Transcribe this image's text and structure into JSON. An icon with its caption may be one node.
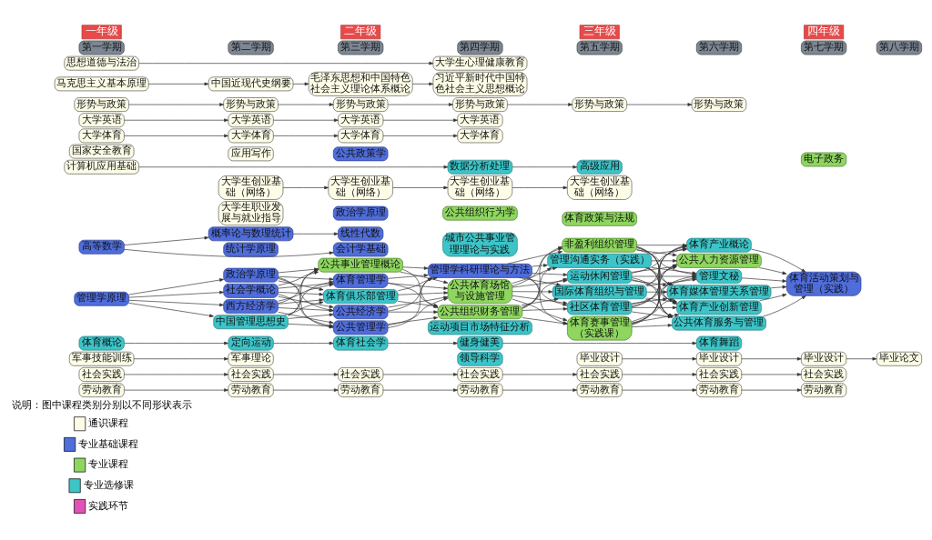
{
  "diagram": {
    "nodes": [
      {
        "text": [
          "一年级"
        ]
      },
      {
        "text": [
          "二年级"
        ]
      },
      {
        "text": [
          "三年级"
        ]
      },
      {
        "text": [
          "四年级"
        ]
      },
      {
        "text": [
          "第一学期"
        ]
      },
      {
        "text": [
          "第二学期"
        ]
      },
      {
        "text": [
          "第三学期"
        ]
      },
      {
        "text": [
          "第四学期"
        ]
      },
      {
        "text": [
          "第五学期"
        ]
      },
      {
        "text": [
          "第六学期"
        ]
      },
      {
        "text": [
          "第七学期"
        ]
      },
      {
        "text": [
          "第八学期"
        ]
      },
      {
        "text": [
          "思想道德与法治"
        ]
      },
      {
        "text": [
          "马克思主义基本原理"
        ]
      },
      {
        "text": [
          "形势与政策"
        ]
      },
      {
        "text": [
          "大学英语"
        ]
      },
      {
        "text": [
          "大学体育"
        ]
      },
      {
        "text": [
          "国家安全教育"
        ]
      },
      {
        "text": [
          "计算机应用基础"
        ]
      },
      {
        "text": [
          "高等数学"
        ]
      },
      {
        "text": [
          "管理学原理"
        ]
      },
      {
        "text": [
          "体育概论"
        ]
      },
      {
        "text": [
          "军事技能训练"
        ]
      },
      {
        "text": [
          "社会实践"
        ]
      },
      {
        "text": [
          "劳动教育"
        ]
      },
      {
        "text": [
          "中国近现代史纲要"
        ]
      },
      {
        "text": [
          "形势与政策"
        ]
      },
      {
        "text": [
          "大学英语"
        ]
      },
      {
        "text": [
          "大学体育"
        ]
      },
      {
        "text": [
          "应用写作"
        ]
      },
      {
        "text": [
          "大学生创业基础（网络）"
        ]
      },
      {
        "text": [
          "大学生职业发展与就业指导"
        ]
      },
      {
        "text": [
          "概率论与数理统计"
        ]
      },
      {
        "text": [
          "统计学原理"
        ]
      },
      {
        "text": [
          "政治学原理"
        ]
      },
      {
        "text": [
          "社会学概论"
        ]
      },
      {
        "text": [
          "西方经济学"
        ]
      },
      {
        "text": [
          "中国管理思想史"
        ]
      },
      {
        "text": [
          "定向运动"
        ]
      },
      {
        "text": [
          "军事理论"
        ]
      },
      {
        "text": [
          "社会实践"
        ]
      },
      {
        "text": [
          "劳动教育"
        ]
      },
      {
        "text": [
          "毛泽东思想和中国特色社会主义理论体系概论"
        ]
      },
      {
        "text": [
          "形势与政策"
        ]
      },
      {
        "text": [
          "大学英语"
        ]
      },
      {
        "text": [
          "大学体育"
        ]
      },
      {
        "text": [
          "公共政策学"
        ]
      },
      {
        "text": [
          "大学生创业基础（网络）"
        ]
      },
      {
        "text": [
          "政治学原理"
        ]
      },
      {
        "text": [
          "线性代数"
        ]
      },
      {
        "text": [
          "会计学基础"
        ]
      },
      {
        "text": [
          "公共事业管理概论"
        ]
      },
      {
        "text": [
          "体育管理学"
        ]
      },
      {
        "text": [
          "体育俱乐部管理"
        ]
      },
      {
        "text": [
          "公共经济学"
        ]
      },
      {
        "text": [
          "公共管理学"
        ]
      },
      {
        "text": [
          "体育社会学"
        ]
      },
      {
        "text": [
          "社会实践"
        ]
      },
      {
        "text": [
          "劳动教育"
        ]
      },
      {
        "text": [
          "大学生心理健康教育"
        ]
      },
      {
        "text": [
          "习近平新时代中国特色社会主义思想概论"
        ]
      },
      {
        "text": [
          "形势与政策"
        ]
      },
      {
        "text": [
          "大学英语"
        ]
      },
      {
        "text": [
          "大学体育"
        ]
      },
      {
        "text": [
          "数据分析处理"
        ]
      },
      {
        "text": [
          "大学生创业基础（网络）"
        ]
      },
      {
        "text": [
          "公共组织行为学"
        ]
      },
      {
        "text": [
          "城市公共事业管理理论与实践"
        ]
      },
      {
        "text": [
          "管理学科研理论与方法"
        ]
      },
      {
        "text": [
          "公共体育场馆与设施管理"
        ]
      },
      {
        "text": [
          "公共组织财务管理"
        ]
      },
      {
        "text": [
          "运动项目市场特征分析"
        ]
      },
      {
        "text": [
          "健身健美"
        ]
      },
      {
        "text": [
          "领导科学"
        ]
      },
      {
        "text": [
          "社会实践"
        ]
      },
      {
        "text": [
          "劳动教育"
        ]
      },
      {
        "text": [
          "形势与政策"
        ]
      },
      {
        "text": [
          "高级应用"
        ]
      },
      {
        "text": [
          "大学生创业基础（网络）"
        ]
      },
      {
        "text": [
          "体育政策与法规"
        ]
      },
      {
        "text": [
          "非盈利组织管理"
        ]
      },
      {
        "text": [
          "管理沟通实务（实践）"
        ]
      },
      {
        "text": [
          "运动休闲管理"
        ]
      },
      {
        "text": [
          "国际体育组织与管理"
        ]
      },
      {
        "text": [
          "社区体育管理"
        ]
      },
      {
        "text": [
          "体育赛事管理（实践课）"
        ]
      },
      {
        "text": [
          "毕业设计"
        ]
      },
      {
        "text": [
          "社会实践"
        ]
      },
      {
        "text": [
          "劳动教育"
        ]
      },
      {
        "text": [
          "形势与政策"
        ]
      },
      {
        "text": [
          "体育产业概论"
        ]
      },
      {
        "text": [
          "公共人力资源管理"
        ]
      },
      {
        "text": [
          "管理文秘"
        ]
      },
      {
        "text": [
          "体育媒体管理关系管理"
        ]
      },
      {
        "text": [
          "体育产业创新管理"
        ]
      },
      {
        "text": [
          "公共体育服务与管理"
        ]
      },
      {
        "text": [
          "体育舞蹈"
        ]
      },
      {
        "text": [
          "毕业设计"
        ]
      },
      {
        "text": [
          "社会实践"
        ]
      },
      {
        "text": [
          "劳动教育"
        ]
      },
      {
        "text": [
          "电子政务"
        ]
      },
      {
        "text": [
          "体育活动策划与管理（实践）"
        ]
      },
      {
        "text": [
          "毕业设计"
        ]
      },
      {
        "text": [
          "社会实践"
        ]
      },
      {
        "text": [
          "劳动教育"
        ]
      },
      {
        "text": [
          "毕业论文"
        ]
      }
    ],
    "edges": [
      {
        "from": 12,
        "to": 59,
        "arrow": "to"
      },
      {
        "from": 13,
        "to": 25,
        "arrow": "to"
      },
      {
        "from": 25,
        "to": 42,
        "arrow": "to"
      },
      {
        "from": 42,
        "to": 60,
        "arrow": "to"
      },
      {
        "from": 14,
        "to": 26,
        "arrow": "to"
      },
      {
        "from": 26,
        "to": 43,
        "arrow": "to"
      },
      {
        "from": 43,
        "to": 61,
        "arrow": "to"
      },
      {
        "from": 61,
        "to": 76,
        "arrow": "to"
      },
      {
        "from": 76,
        "to": 89,
        "arrow": "to"
      },
      {
        "from": 15,
        "to": 27,
        "arrow": "to"
      },
      {
        "from": 27,
        "to": 44,
        "arrow": "to"
      },
      {
        "from": 44,
        "to": 62,
        "arrow": "to"
      },
      {
        "from": 16,
        "to": 28,
        "arrow": "to"
      },
      {
        "from": 28,
        "to": 45,
        "arrow": "to"
      },
      {
        "from": 45,
        "to": 63,
        "arrow": "to"
      },
      {
        "from": 18,
        "to": 64,
        "arrow": "to"
      },
      {
        "from": 64,
        "to": 77,
        "arrow": "to"
      },
      {
        "from": 30,
        "to": 47,
        "arrow": "to"
      },
      {
        "from": 47,
        "to": 65,
        "arrow": "to"
      },
      {
        "from": 65,
        "to": 78,
        "arrow": "to"
      },
      {
        "from": 19,
        "to": 32,
        "arrow": "to"
      },
      {
        "from": 32,
        "to": 49,
        "arrow": "to"
      },
      {
        "from": 19,
        "to": 50,
        "arrow": "to"
      },
      {
        "from": 20,
        "to": 34,
        "arrow": "to"
      },
      {
        "from": 20,
        "to": 35,
        "arrow": "to"
      },
      {
        "from": 20,
        "to": 36,
        "arrow": "to"
      },
      {
        "from": 20,
        "to": 37,
        "arrow": "to"
      },
      {
        "from": 34,
        "to": 51,
        "arrow": "to"
      },
      {
        "from": 34,
        "to": 52,
        "arrow": "to"
      },
      {
        "from": 34,
        "to": 53,
        "arrow": "to"
      },
      {
        "from": 34,
        "to": 54,
        "arrow": "to"
      },
      {
        "from": 34,
        "to": 55,
        "arrow": "to"
      },
      {
        "from": 35,
        "to": 51,
        "arrow": "to"
      },
      {
        "from": 35,
        "to": 52,
        "arrow": "to"
      },
      {
        "from": 35,
        "to": 53,
        "arrow": "to"
      },
      {
        "from": 35,
        "to": 54,
        "arrow": "to"
      },
      {
        "from": 35,
        "to": 55,
        "arrow": "to"
      },
      {
        "from": 36,
        "to": 51,
        "arrow": "to"
      },
      {
        "from": 36,
        "to": 52,
        "arrow": "to"
      },
      {
        "from": 36,
        "to": 53,
        "arrow": "to"
      },
      {
        "from": 36,
        "to": 54,
        "arrow": "to"
      },
      {
        "from": 36,
        "to": 55,
        "arrow": "to"
      },
      {
        "from": 37,
        "to": 51,
        "arrow": "to"
      },
      {
        "from": 37,
        "to": 52,
        "arrow": "to"
      },
      {
        "from": 37,
        "to": 53,
        "arrow": "to"
      },
      {
        "from": 37,
        "to": 54,
        "arrow": "to"
      },
      {
        "from": 37,
        "to": 55,
        "arrow": "to"
      },
      {
        "from": 51,
        "to": 68,
        "arrow": "to"
      },
      {
        "from": 51,
        "to": 69,
        "arrow": "to"
      },
      {
        "from": 51,
        "to": 70,
        "arrow": "to"
      },
      {
        "from": 52,
        "to": 68,
        "arrow": "to"
      },
      {
        "from": 52,
        "to": 69,
        "arrow": "to"
      },
      {
        "from": 52,
        "to": 70,
        "arrow": "to"
      },
      {
        "from": 53,
        "to": 68,
        "arrow": "to"
      },
      {
        "from": 53,
        "to": 69,
        "arrow": "to"
      },
      {
        "from": 53,
        "to": 70,
        "arrow": "to"
      },
      {
        "from": 54,
        "to": 68,
        "arrow": "to"
      },
      {
        "from": 54,
        "to": 69,
        "arrow": "to"
      },
      {
        "from": 54,
        "to": 70,
        "arrow": "to"
      },
      {
        "from": 55,
        "to": 68,
        "arrow": "to"
      },
      {
        "from": 55,
        "to": 69,
        "arrow": "to"
      },
      {
        "from": 55,
        "to": 70,
        "arrow": "to"
      },
      {
        "from": 68,
        "to": 80,
        "arrow": "to"
      },
      {
        "from": 68,
        "to": 81,
        "arrow": "to"
      },
      {
        "from": 68,
        "to": 82,
        "arrow": "to"
      },
      {
        "from": 68,
        "to": 83,
        "arrow": "to"
      },
      {
        "from": 68,
        "to": 84,
        "arrow": "to"
      },
      {
        "from": 68,
        "to": 85,
        "arrow": "to"
      },
      {
        "from": 69,
        "to": 80,
        "arrow": "to"
      },
      {
        "from": 69,
        "to": 81,
        "arrow": "to"
      },
      {
        "from": 69,
        "to": 82,
        "arrow": "to"
      },
      {
        "from": 69,
        "to": 83,
        "arrow": "to"
      },
      {
        "from": 69,
        "to": 84,
        "arrow": "to"
      },
      {
        "from": 69,
        "to": 85,
        "arrow": "to"
      },
      {
        "from": 70,
        "to": 80,
        "arrow": "to"
      },
      {
        "from": 70,
        "to": 81,
        "arrow": "to"
      },
      {
        "from": 70,
        "to": 82,
        "arrow": "to"
      },
      {
        "from": 70,
        "to": 83,
        "arrow": "to"
      },
      {
        "from": 70,
        "to": 84,
        "arrow": "to"
      },
      {
        "from": 70,
        "to": 85,
        "arrow": "to"
      },
      {
        "from": 80,
        "to": 90,
        "arrow": "to"
      },
      {
        "from": 80,
        "to": 91,
        "arrow": "to"
      },
      {
        "from": 80,
        "to": 92,
        "arrow": "to"
      },
      {
        "from": 80,
        "to": 93,
        "arrow": "to"
      },
      {
        "from": 80,
        "to": 94,
        "arrow": "to"
      },
      {
        "from": 80,
        "to": 95,
        "arrow": "to"
      },
      {
        "from": 81,
        "to": 90,
        "arrow": "to"
      },
      {
        "from": 81,
        "to": 91,
        "arrow": "to"
      },
      {
        "from": 81,
        "to": 92,
        "arrow": "to"
      },
      {
        "from": 81,
        "to": 93,
        "arrow": "to"
      },
      {
        "from": 81,
        "to": 94,
        "arrow": "to"
      },
      {
        "from": 81,
        "to": 95,
        "arrow": "to"
      },
      {
        "from": 82,
        "to": 90,
        "arrow": "to"
      },
      {
        "from": 82,
        "to": 91,
        "arrow": "to"
      },
      {
        "from": 82,
        "to": 92,
        "arrow": "to"
      },
      {
        "from": 82,
        "to": 93,
        "arrow": "to"
      },
      {
        "from": 82,
        "to": 94,
        "arrow": "to"
      },
      {
        "from": 82,
        "to": 95,
        "arrow": "to"
      },
      {
        "from": 83,
        "to": 90,
        "arrow": "to"
      },
      {
        "from": 83,
        "to": 91,
        "arrow": "to"
      },
      {
        "from": 83,
        "to": 92,
        "arrow": "to"
      },
      {
        "from": 83,
        "to": 93,
        "arrow": "to"
      },
      {
        "from": 83,
        "to": 94,
        "arrow": "to"
      },
      {
        "from": 83,
        "to": 95,
        "arrow": "to"
      },
      {
        "from": 84,
        "to": 90,
        "arrow": "to"
      },
      {
        "from": 84,
        "to": 91,
        "arrow": "to"
      },
      {
        "from": 84,
        "to": 92,
        "arrow": "to"
      },
      {
        "from": 84,
        "to": 93,
        "arrow": "to"
      },
      {
        "from": 84,
        "to": 94,
        "arrow": "to"
      },
      {
        "from": 84,
        "to": 95,
        "arrow": "to"
      },
      {
        "from": 85,
        "to": 90,
        "arrow": "to"
      },
      {
        "from": 85,
        "to": 91,
        "arrow": "to"
      },
      {
        "from": 85,
        "to": 92,
        "arrow": "to"
      },
      {
        "from": 85,
        "to": 93,
        "arrow": "to"
      },
      {
        "from": 85,
        "to": 94,
        "arrow": "to"
      },
      {
        "from": 85,
        "to": 95,
        "arrow": "to"
      },
      {
        "from": 90,
        "to": 101,
        "arrow": "to"
      },
      {
        "from": 91,
        "to": 101,
        "arrow": "to"
      },
      {
        "from": 92,
        "to": 101,
        "arrow": "to"
      },
      {
        "from": 93,
        "to": 101,
        "arrow": "to"
      },
      {
        "from": 94,
        "to": 101,
        "arrow": "to"
      },
      {
        "from": 95,
        "to": 101,
        "arrow": "to"
      },
      {
        "from": 21,
        "to": 38,
        "arrow": "to"
      },
      {
        "from": 38,
        "to": 56,
        "arrow": "to"
      },
      {
        "from": 56,
        "to": 72,
        "arrow": "to"
      },
      {
        "from": 72,
        "to": 96,
        "arrow": "to"
      },
      {
        "from": 22,
        "to": 39,
        "arrow": "to"
      },
      {
        "from": 23,
        "to": 40,
        "arrow": "to"
      },
      {
        "from": 40,
        "to": 57,
        "arrow": "to"
      },
      {
        "from": 57,
        "to": 74,
        "arrow": "to"
      },
      {
        "from": 74,
        "to": 87,
        "arrow": "to"
      },
      {
        "from": 87,
        "to": 98,
        "arrow": "to"
      },
      {
        "from": 98,
        "to": 103,
        "arrow": "to"
      },
      {
        "from": 24,
        "to": 41,
        "arrow": "to"
      },
      {
        "from": 41,
        "to": 58,
        "arrow": "to"
      },
      {
        "from": 58,
        "to": 75,
        "arrow": "to"
      },
      {
        "from": 75,
        "to": 88,
        "arrow": "to"
      },
      {
        "from": 88,
        "to": 99,
        "arrow": "to"
      },
      {
        "from": 99,
        "to": 104,
        "arrow": "to"
      },
      {
        "from": 86,
        "to": 97,
        "arrow": "to"
      },
      {
        "from": 97,
        "to": 102,
        "arrow": "to"
      },
      {
        "from": 102,
        "to": 105,
        "arrow": "to"
      }
    ],
    "labels": [
      "说明：图中课程类别分别以不同形状表示"
    ],
    "legend": [
      {
        "text": "通识课程",
        "color": "#fdfce6"
      },
      {
        "text": "专业基础课程",
        "color": "#4f6ddb"
      },
      {
        "text": "专业课程",
        "color": "#8ed65f"
      },
      {
        "text": "专业选修课",
        "color": "#3cc4c8"
      },
      {
        "text": "实践环节",
        "color": "#e052b5"
      }
    ]
  }
}
